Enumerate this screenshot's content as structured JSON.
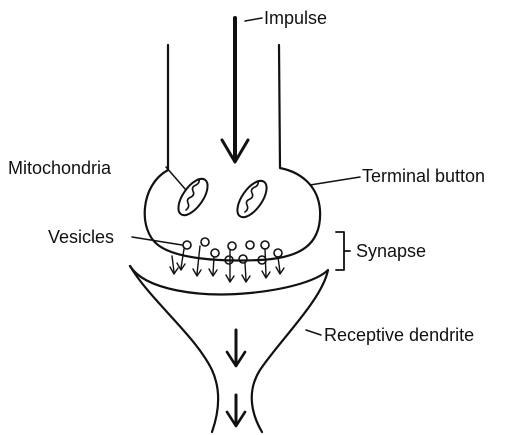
{
  "labels": {
    "impulse": "Impulse",
    "mitochondria": "Mitochondria",
    "terminal_button": "Terminal button",
    "vesicles": "Vesicles",
    "synapse": "Synapse",
    "receptive_dendrite": "Receptive dendrite"
  },
  "colors": {
    "ink": "#111111",
    "background": "#ffffff"
  }
}
